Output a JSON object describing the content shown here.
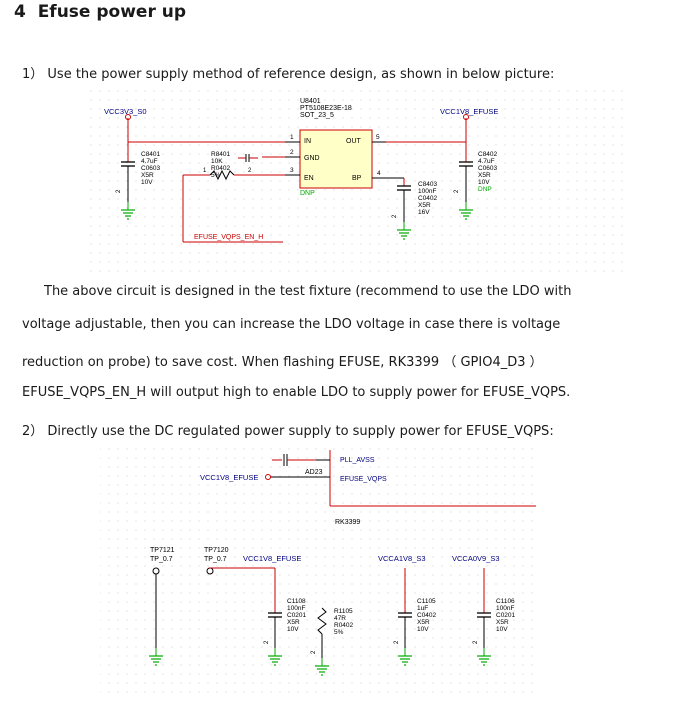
{
  "section": {
    "number": "4",
    "title": "Efuse power up"
  },
  "step1": "1） Use the power supply method of reference design, as shown in below picture:",
  "schematic1": {
    "vcc_in": "VCC3V3_S0",
    "vcc_out": "VCC1V8_EFUSE",
    "ic_ref": "U8401",
    "ic_part": "PT5108E23E-18",
    "ic_pkg": "SOT_23_5",
    "pin_in": "IN",
    "pin_gnd": "GND",
    "pin_en": "EN",
    "pin_out": "OUT",
    "pin_bp": "BP",
    "ic_dnp": "DNP",
    "pin1": "1",
    "pin2": "2",
    "pin3": "3",
    "pin4": "4",
    "pin5": "5",
    "c8401": [
      "C8401",
      "4.7uF",
      "C0603",
      "X5R",
      "10V"
    ],
    "r8401": [
      "R8401",
      "10K",
      "R0402",
      "5%"
    ],
    "r_pin1": "1",
    "r_pin2": "2",
    "c8402": [
      "C8402",
      "4.7uF",
      "C0603",
      "X5R",
      "10V",
      "DNP"
    ],
    "c8403": [
      "C8403",
      "100nF",
      "C0402",
      "X5R",
      "16V"
    ],
    "cap_pin2": "2",
    "enable_net": "EFUSE_VQPS_EN_H"
  },
  "paragraph": [
    "The above circuit is designed in the test fixture (recommend to use the LDO with",
    "voltage adjustable, then you can increase the LDO voltage in case there is voltage",
    "reduction on probe) to save cost. When flashing EFUSE, RK3399 （ GPIO4_D3 ）",
    "EFUSE_VQPS_EN_H will output high to enable LDO to supply power for EFUSE_VQPS."
  ],
  "step2": "2） Directly use the DC regulated power supply to supply power for EFUSE_VQPS:",
  "schematic2": {
    "pll_avss": "PLL_AVSS",
    "ad23": "AD23",
    "efuse_vqps": "EFUSE_VQPS",
    "vcc1v8_efuse": "VCC1V8_EFUSE",
    "rk3399": "RK3399",
    "tp7121": [
      "TP7121",
      "TP_0.7"
    ],
    "tp7120": [
      "TP7120",
      "TP_0.7"
    ],
    "vcc1v8_efuse_2": "VCC1V8_EFUSE",
    "vcca1v8_s3": "VCCA1V8_S3",
    "vcca0v9_s3": "VCCA0V9_S3",
    "c1108": [
      "C1108",
      "100nF",
      "C0201",
      "X5R",
      "10V"
    ],
    "r1105": [
      "R1105",
      "47R",
      "R0402",
      "5%"
    ],
    "c1105": [
      "C1105",
      "1uF",
      "C0402",
      "X5R",
      "10V"
    ],
    "c1106": [
      "C1106",
      "100nF",
      "C0201",
      "X5R",
      "10V"
    ],
    "cap_pin2": "2"
  },
  "colors": {
    "wire": "#cc0000",
    "label": "#000080",
    "ground": "#00aa00",
    "dnp": "#00aa00",
    "grid": "#d0d0d0"
  }
}
